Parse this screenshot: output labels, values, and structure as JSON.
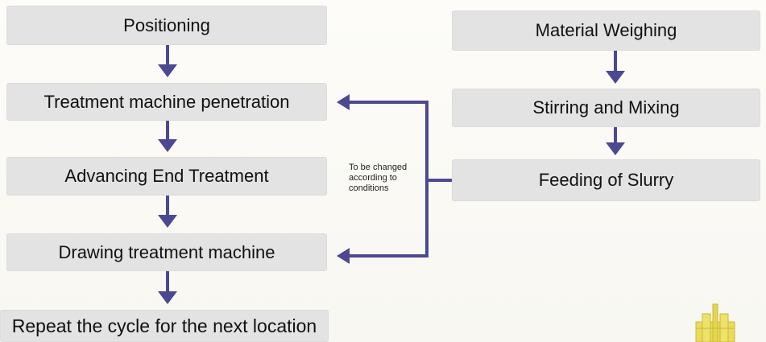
{
  "left_flow": {
    "positioning": "Positioning",
    "penetration": "Treatment machine penetration",
    "advancing": "Advancing End Treatment",
    "drawing": "Drawing treatment machine",
    "repeat": "Repeat the cycle for the next location"
  },
  "right_flow": {
    "weighing": "Material Weighing",
    "stirring": "Stirring and Mixing",
    "feeding": "Feeding of Slurry"
  },
  "note": "To be changed according to conditions",
  "colors": {
    "arrow": "#4c4891",
    "box": "#e3e3e3",
    "decoration": "#eadc5a"
  },
  "icons": {
    "decoration": "yellow-structure-icon"
  }
}
